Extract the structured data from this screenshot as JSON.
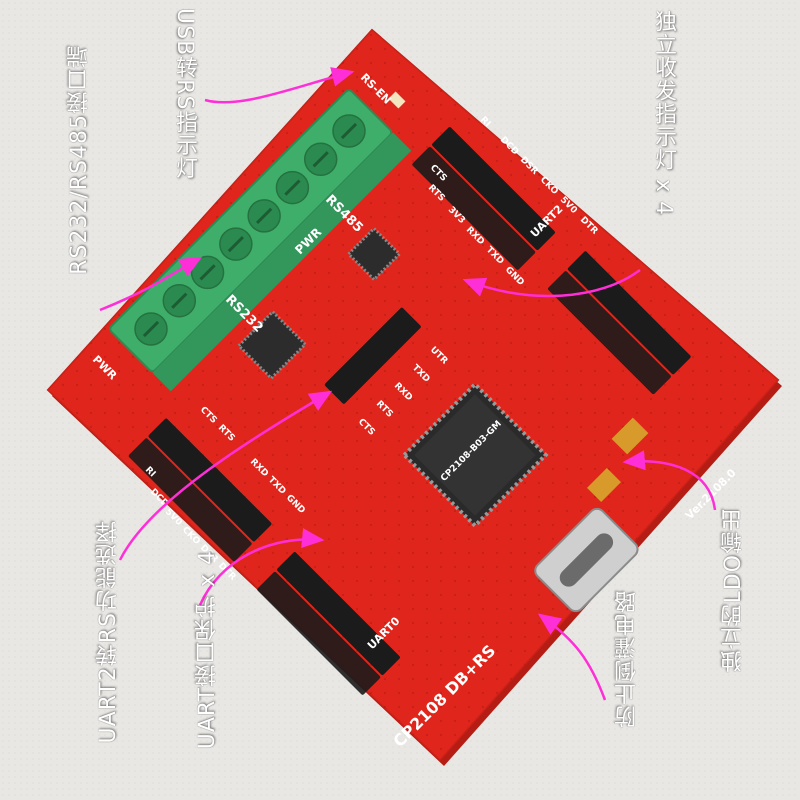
{
  "board": {
    "model": "CP2108 DB+RS",
    "version": "Ver.2108.0",
    "chip_marking": "CP2108-B03-GM"
  },
  "silkscreen": {
    "rs_en": "RS-EN",
    "rs485": "RS485",
    "rs232": "RS232",
    "pwr": "PWR",
    "pwr_left": "PWR",
    "uart2": "UART2",
    "uart0": "UART0",
    "upper_header": [
      "CTS",
      "RTS",
      "3V3",
      "RXD",
      "TXD",
      "GND"
    ],
    "upper_header_right": [
      "RI",
      "DCD",
      "DSR",
      "CKO",
      "5V0",
      "DTR"
    ],
    "mid_header": [
      "UTR",
      "TXD",
      "RXD",
      "RTS",
      "CTS"
    ],
    "left_header": [
      "CTS",
      "RTS",
      "RXD",
      "TXD",
      "GND"
    ],
    "left_header_side": [
      "RI",
      "DCD",
      "5V0",
      "CKO",
      "DSR",
      "DTR"
    ]
  },
  "callouts": {
    "usb_to_rs_led": "USB转RS指示灯",
    "rs232_rs485_port": "RS232/RS485接口端",
    "txrx_leds": "独立收发指示灯 x 4",
    "uart2_rs_select": "UART2转RS功能选择",
    "uart_protection": "UART接口保护 x 4",
    "reverse_protection": "防止倒灌电路",
    "ldo_output": "独立的LDO输出"
  },
  "colors": {
    "pcb_red": "#e0261c",
    "terminal_green": "#3fae6a",
    "annotation_arrow": "#ff2fd8",
    "background": "#e9e7e4"
  }
}
